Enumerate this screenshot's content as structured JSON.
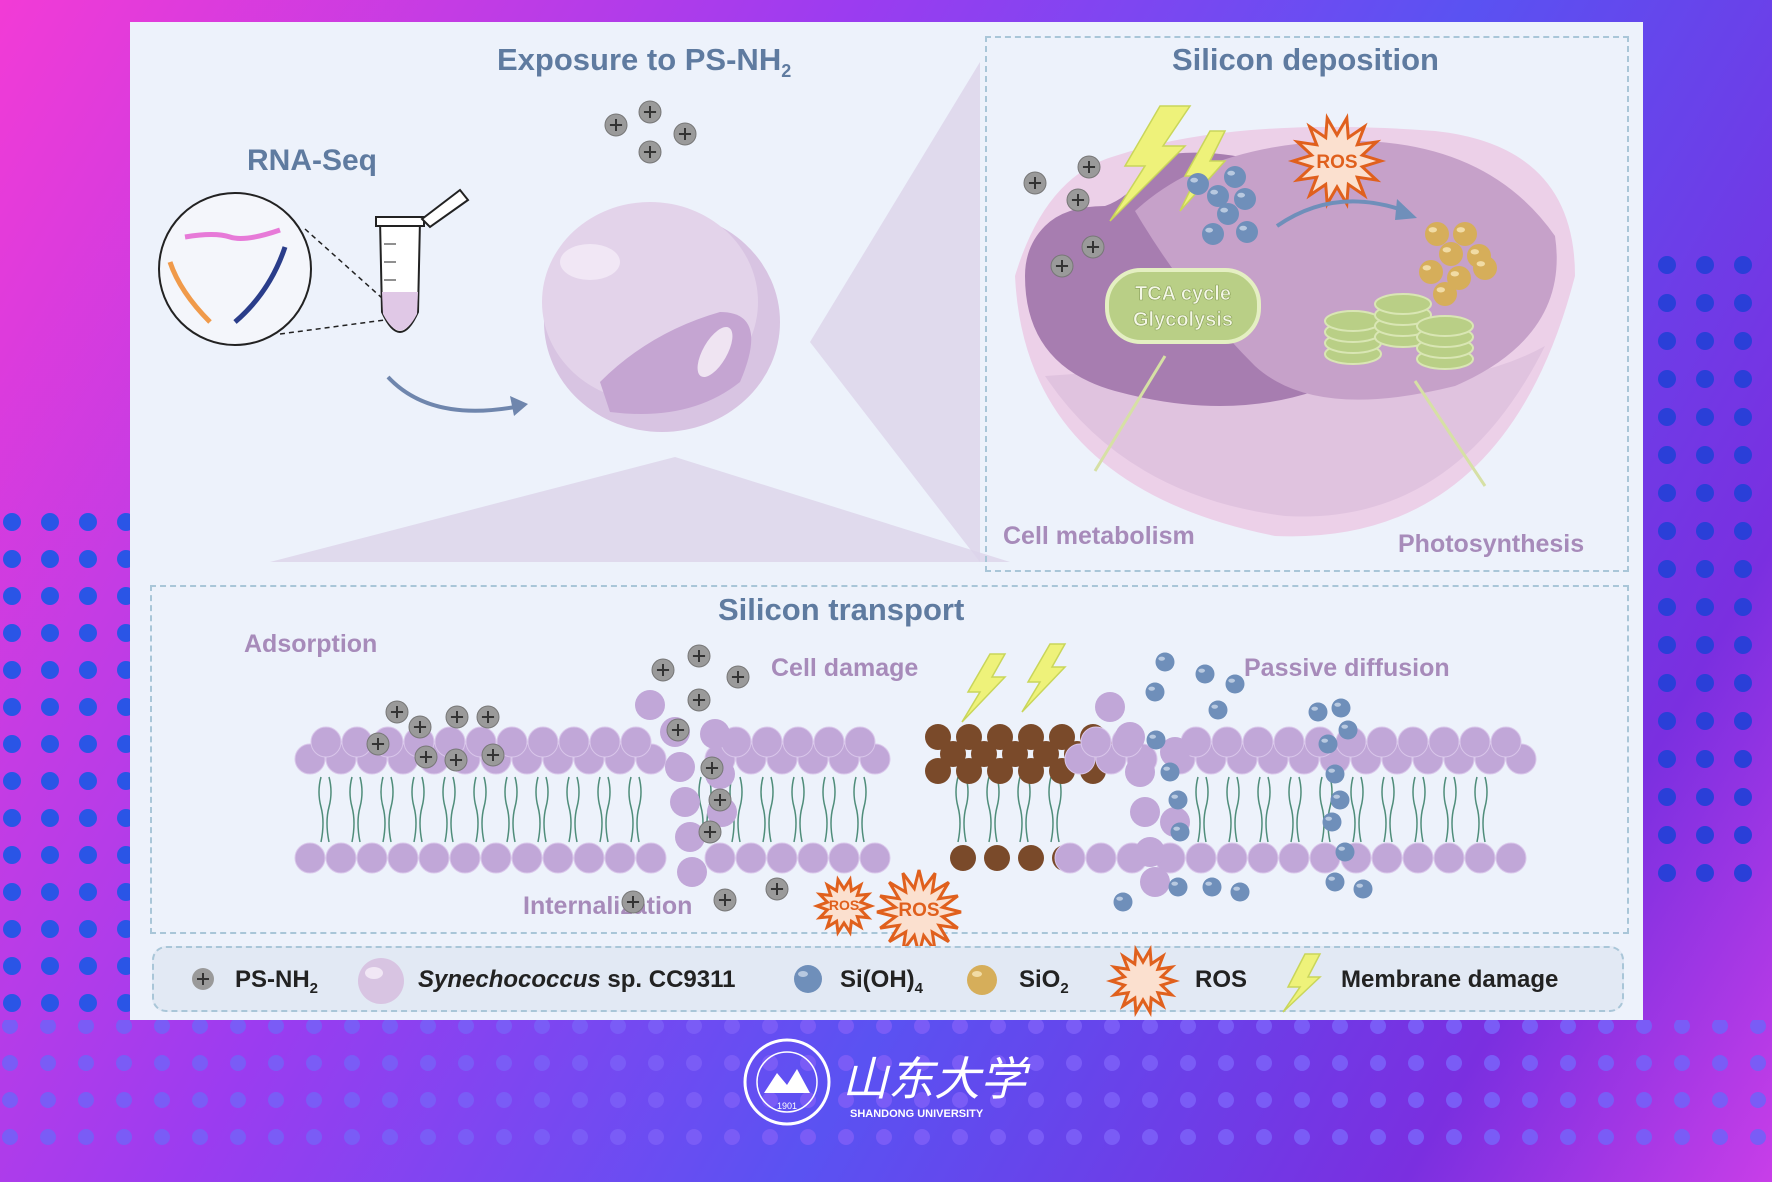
{
  "panels": {
    "exposure": {
      "title": "Exposure to PS-NH",
      "title_sub": "2",
      "rnaseq_label": "RNA-Seq"
    },
    "deposition": {
      "title": "Silicon deposition",
      "tca_line1": "TCA cycle",
      "tca_line2": "Glycolysis",
      "ros_label": "ROS",
      "cell_metabolism": "Cell metabolism",
      "photosynthesis": "Photosynthesis"
    },
    "transport": {
      "title": "Silicon transport",
      "adsorption": "Adsorption",
      "internalization": "Internalization",
      "cell_damage": "Cell damage",
      "passive_diffusion": "Passive diffusion",
      "ros_small": "ROS",
      "ros_large": "ROS"
    }
  },
  "legend": {
    "ps_nh2": "PS-NH",
    "ps_nh2_sub": "2",
    "synechococcus_italic": "Synechococcus",
    "synechococcus_rest": " sp. CC9311",
    "sioh4": "Si(OH)",
    "sioh4_sub": "4",
    "sio2": "SiO",
    "sio2_sub": "2",
    "ros": "ROS",
    "membrane_damage": "Membrane damage"
  },
  "logo": {
    "text_cn": "山东大学",
    "text_en": "SHANDONG UNIVERSITY",
    "year": "1901"
  },
  "colors": {
    "title_blue": "#5f7ba0",
    "label_purple": "#a78bba",
    "lipid_head": "#c1a7d8",
    "si_oh4": "#6f8fba",
    "sio2": "#d6ae5a",
    "ros_orange": "#e0601d",
    "lightning": "#e8f27a",
    "damage_brown": "#7a4a2a",
    "tca_green": "#b9cf86"
  }
}
